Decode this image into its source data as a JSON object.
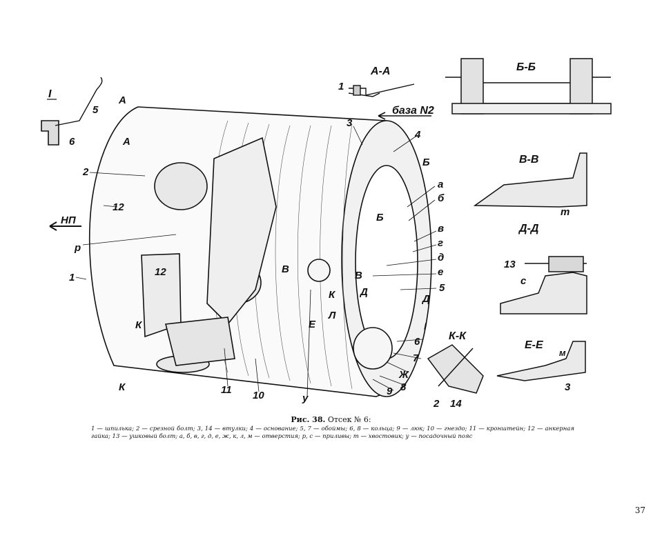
{
  "caption": {
    "title_bold": "Рис. 38.",
    "title_rest": " Отсек № 6:",
    "legend": "1 — шпилька; 2 — срезной болт; 3, 14 — втулки; 4 — основание; 5, 7 — обоймы; 6, 8 — кольца; 9 — люк; 10 — гнездо; 11 — кронштейн; 12 — анкерная гайка; 13 — ушковый болт; а, б, в, г, д, е, ж, к, л, м — отверстия; р, с — приливы; т — хвостовик; у — посадочный пояс"
  },
  "page_number": "37",
  "labels": {
    "section_I": "I",
    "sec_AA": "А-А",
    "sec_BB": "Б-Б",
    "sec_VV": "В-В",
    "sec_DD": "Д-Д",
    "sec_EE": "Е-Е",
    "sec_KK": "К-К",
    "baza": "база N2",
    "np": "НП",
    "A_top": "А",
    "A_inner": "А",
    "n1": "1",
    "n1b": "1",
    "n2": "2",
    "n2b": "2",
    "n3": "3",
    "n3b": "3",
    "n4": "4",
    "n5": "5",
    "n5b": "5",
    "n6": "6",
    "n6b": "6",
    "n7": "7",
    "n8": "8",
    "n9": "9",
    "n10": "10",
    "n11": "11",
    "n12": "12",
    "n12b": "12",
    "n13": "13",
    "n14": "14",
    "p": "р",
    "K1": "К",
    "K2": "К",
    "K3": "К",
    "V1": "В",
    "V2": "В",
    "E1": "Е",
    "L": "Л",
    "U": "у",
    "Zh": "Ж",
    "D1": "Д",
    "D2": "Д",
    "B1": "Б",
    "B2": "Б",
    "a": "а",
    "b": "б",
    "v": "в",
    "g": "г",
    "d": "д",
    "e": "е",
    "roman_I": "I",
    "m": "т",
    "c": "с",
    "M": "м"
  }
}
